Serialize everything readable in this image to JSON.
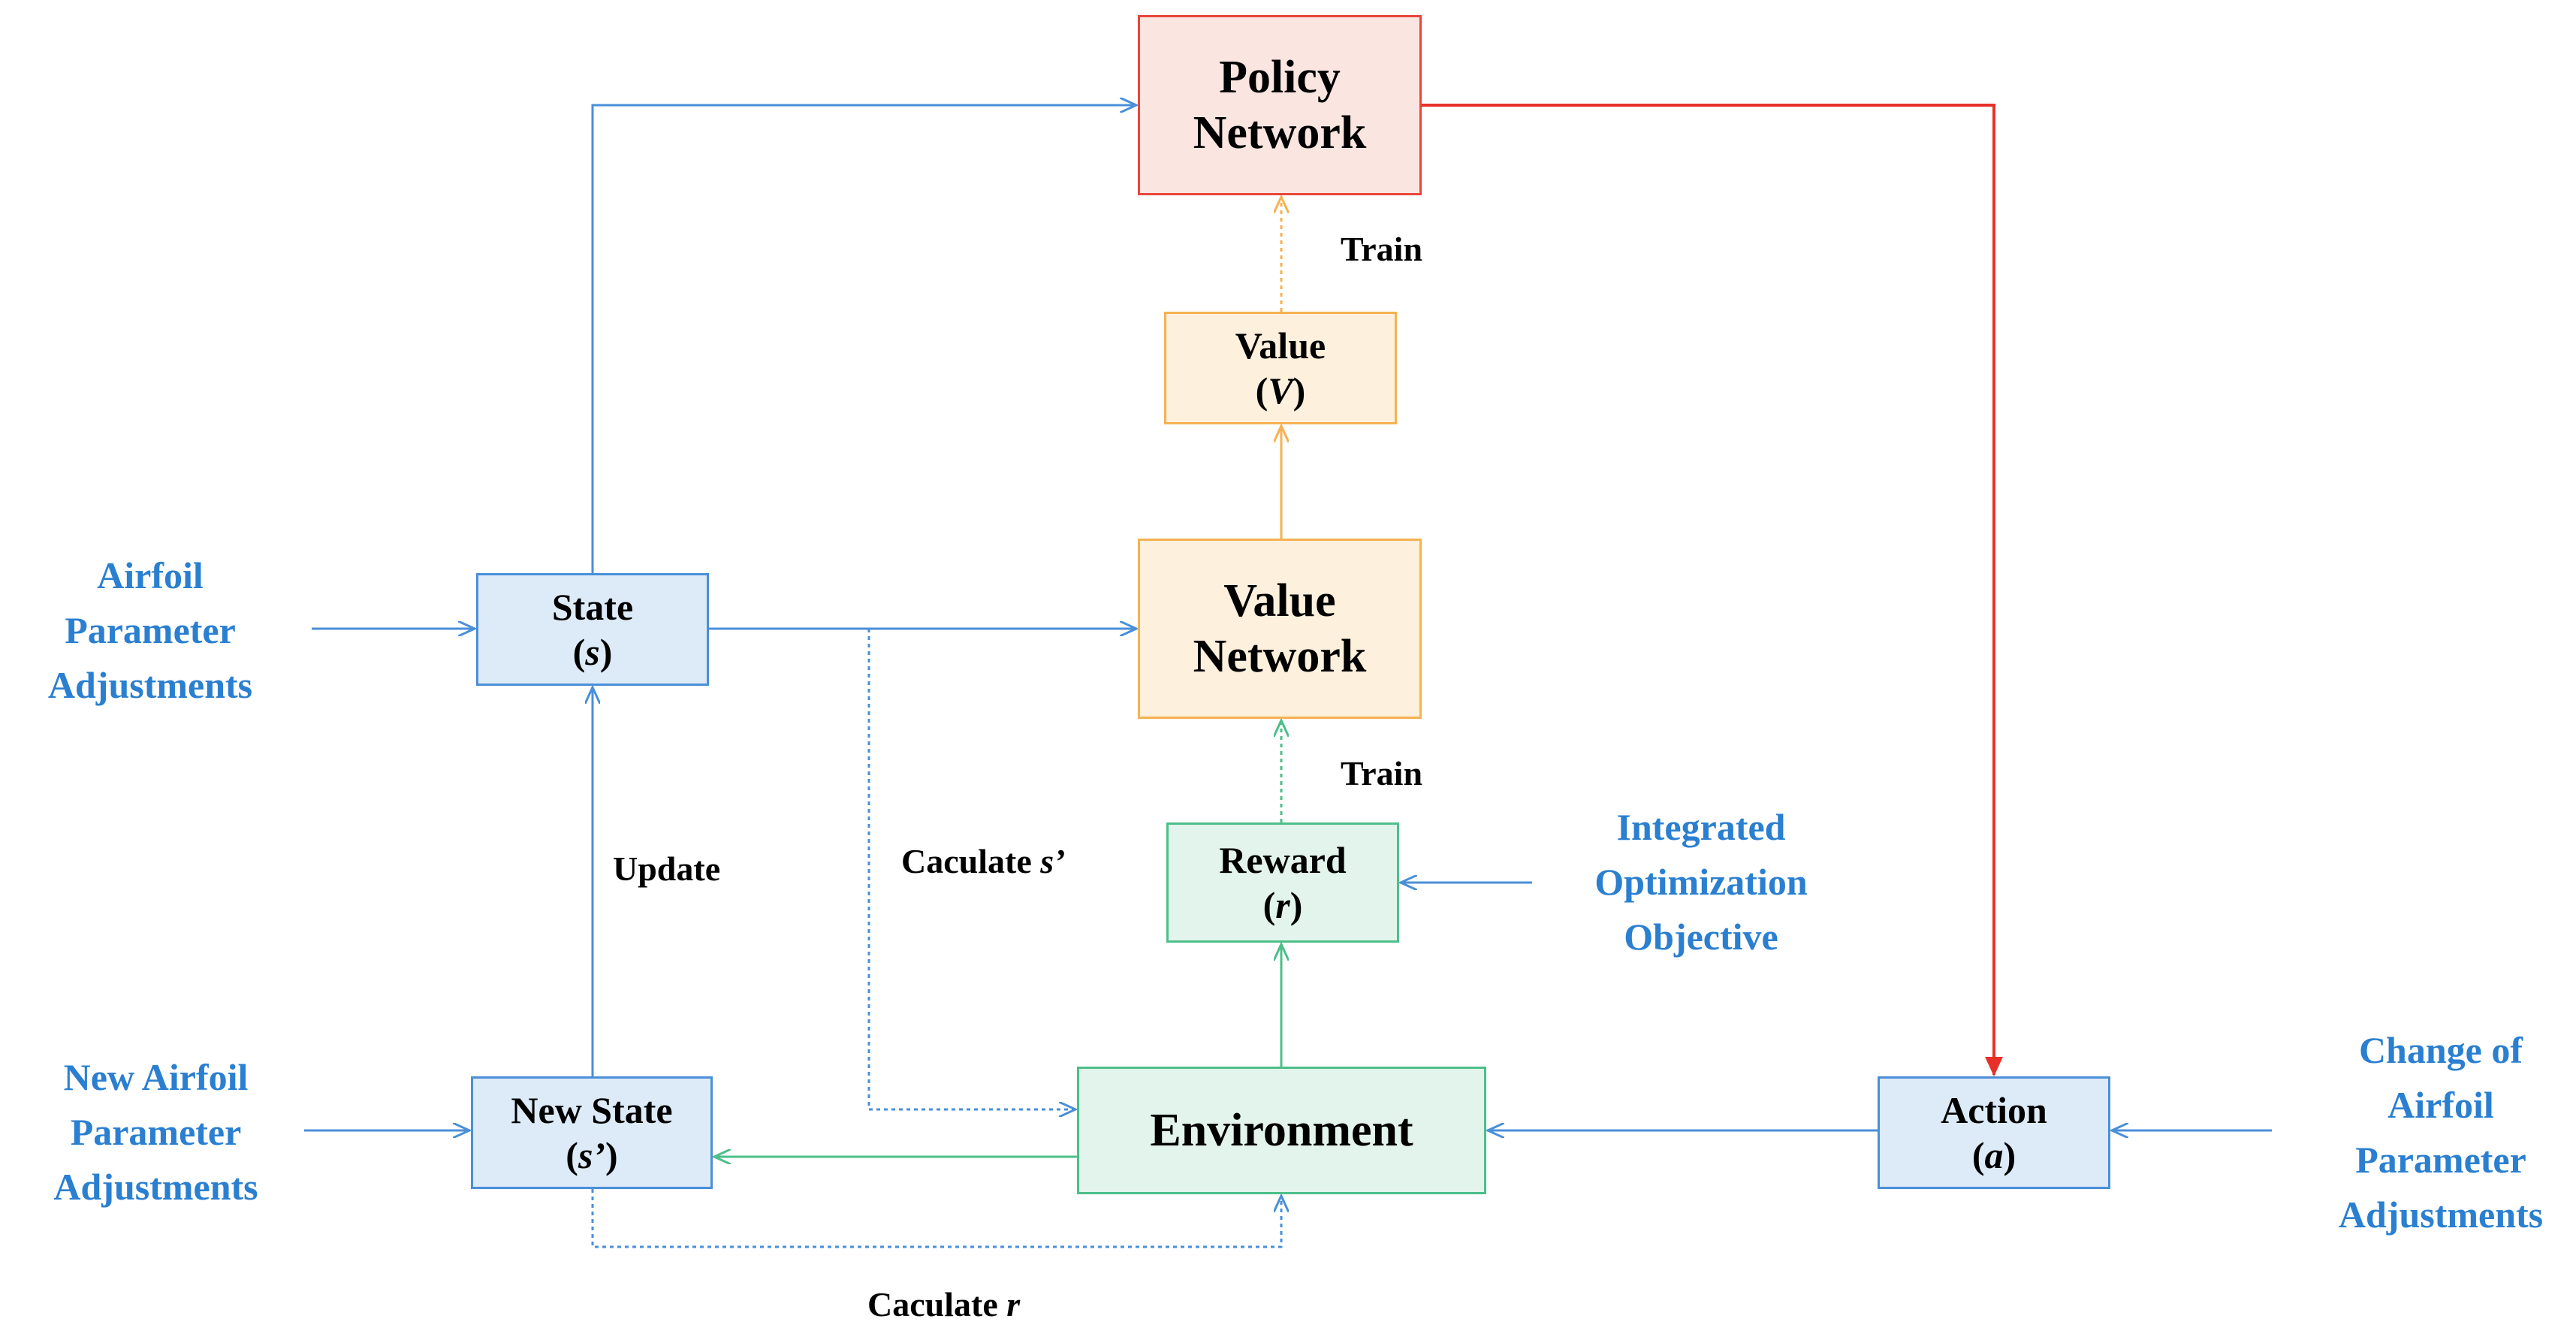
{
  "nodes": {
    "policy_network": {
      "line1": "Policy",
      "line2": "Network"
    },
    "value_network": {
      "line1": "Value",
      "line2": "Network"
    },
    "value": {
      "line1": "Value",
      "sym": "V"
    },
    "reward": {
      "line1": "Reward",
      "sym": "r"
    },
    "environment": {
      "label": "Environment"
    },
    "state": {
      "line1": "State",
      "sym": "s"
    },
    "new_state": {
      "line1": "New State",
      "sym": "s’"
    },
    "action": {
      "line1": "Action",
      "sym": "a"
    }
  },
  "external_inputs": {
    "airfoil_adjustments": [
      "Airfoil",
      "Parameter",
      "Adjustments"
    ],
    "new_airfoil_adjustments": [
      "New Airfoil",
      "Parameter",
      "Adjustments"
    ],
    "optimization_objective": [
      "Integrated",
      "Optimization",
      "Objective"
    ],
    "change_of_airfoil": [
      "Change of",
      "Airfoil",
      "Parameter",
      "Adjustments"
    ]
  },
  "edge_labels": {
    "train_policy": "Train",
    "train_value_network": "Train",
    "update": "Update",
    "calculate_s_prefix": "Caculate ",
    "calculate_s_sym": "s’",
    "calculate_r_prefix": "Caculate ",
    "calculate_r_sym": "r"
  },
  "colors": {
    "blue_arrow": "#4a8fd8",
    "red_arrow": "#e8302a",
    "orange_arrow": "#f5b251",
    "green_arrow": "#4cbf8a",
    "external_text": "#2a7fd0"
  }
}
